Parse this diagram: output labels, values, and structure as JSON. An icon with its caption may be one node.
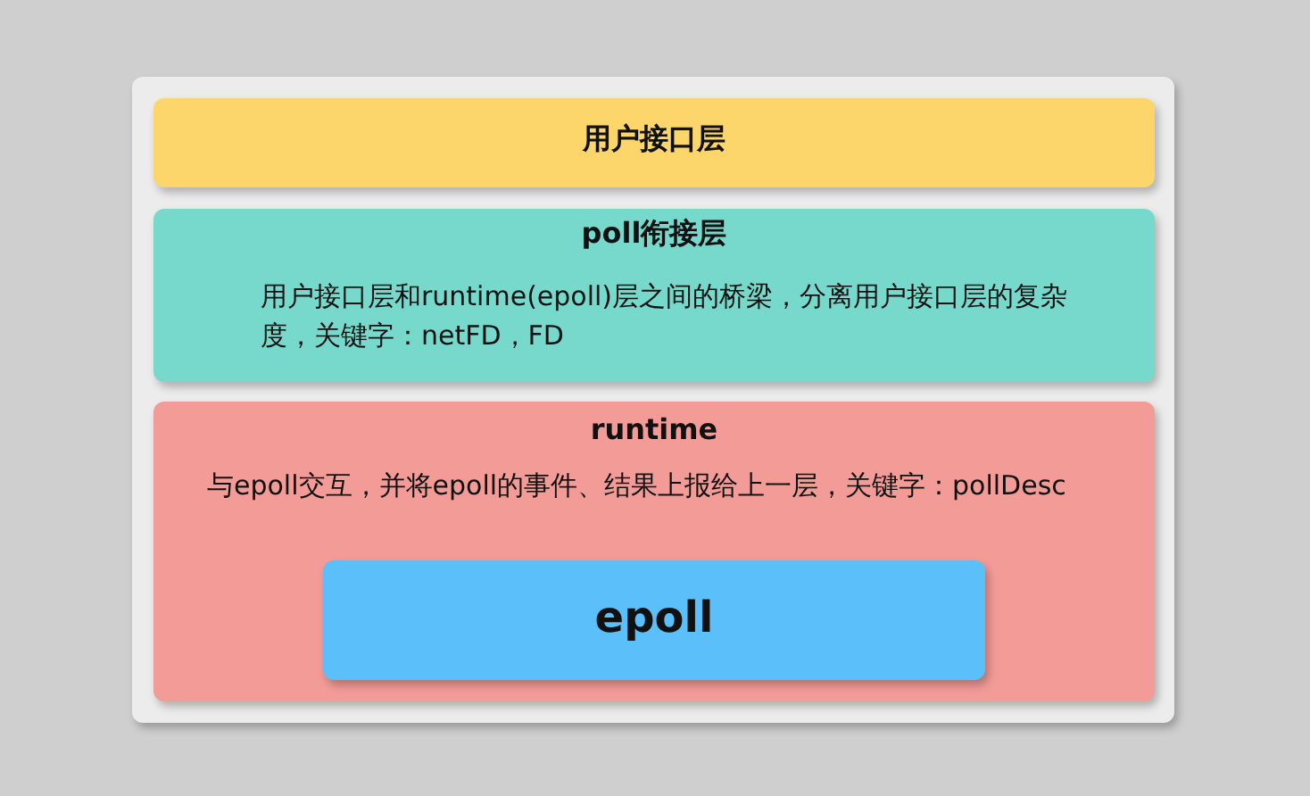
{
  "diagram": {
    "nodes": [
      {
        "text": [],
        "shape": "box"
      },
      {
        "text": [
          "用户接口层"
        ],
        "in": 0
      },
      {
        "text": [
          "poll衔接层",
          "用户接口层和runtime(epoll)层之间的桥梁，分离用户接口层的复杂度，关键字：netFD，FD"
        ],
        "in": 0
      },
      {
        "text": [
          "runtime",
          "与epoll交互，并将epoll的事件、结果上报给上一层，关键字：pollDesc"
        ],
        "in": 0
      },
      {
        "text": [
          "epoll"
        ],
        "in": 3
      }
    ]
  }
}
